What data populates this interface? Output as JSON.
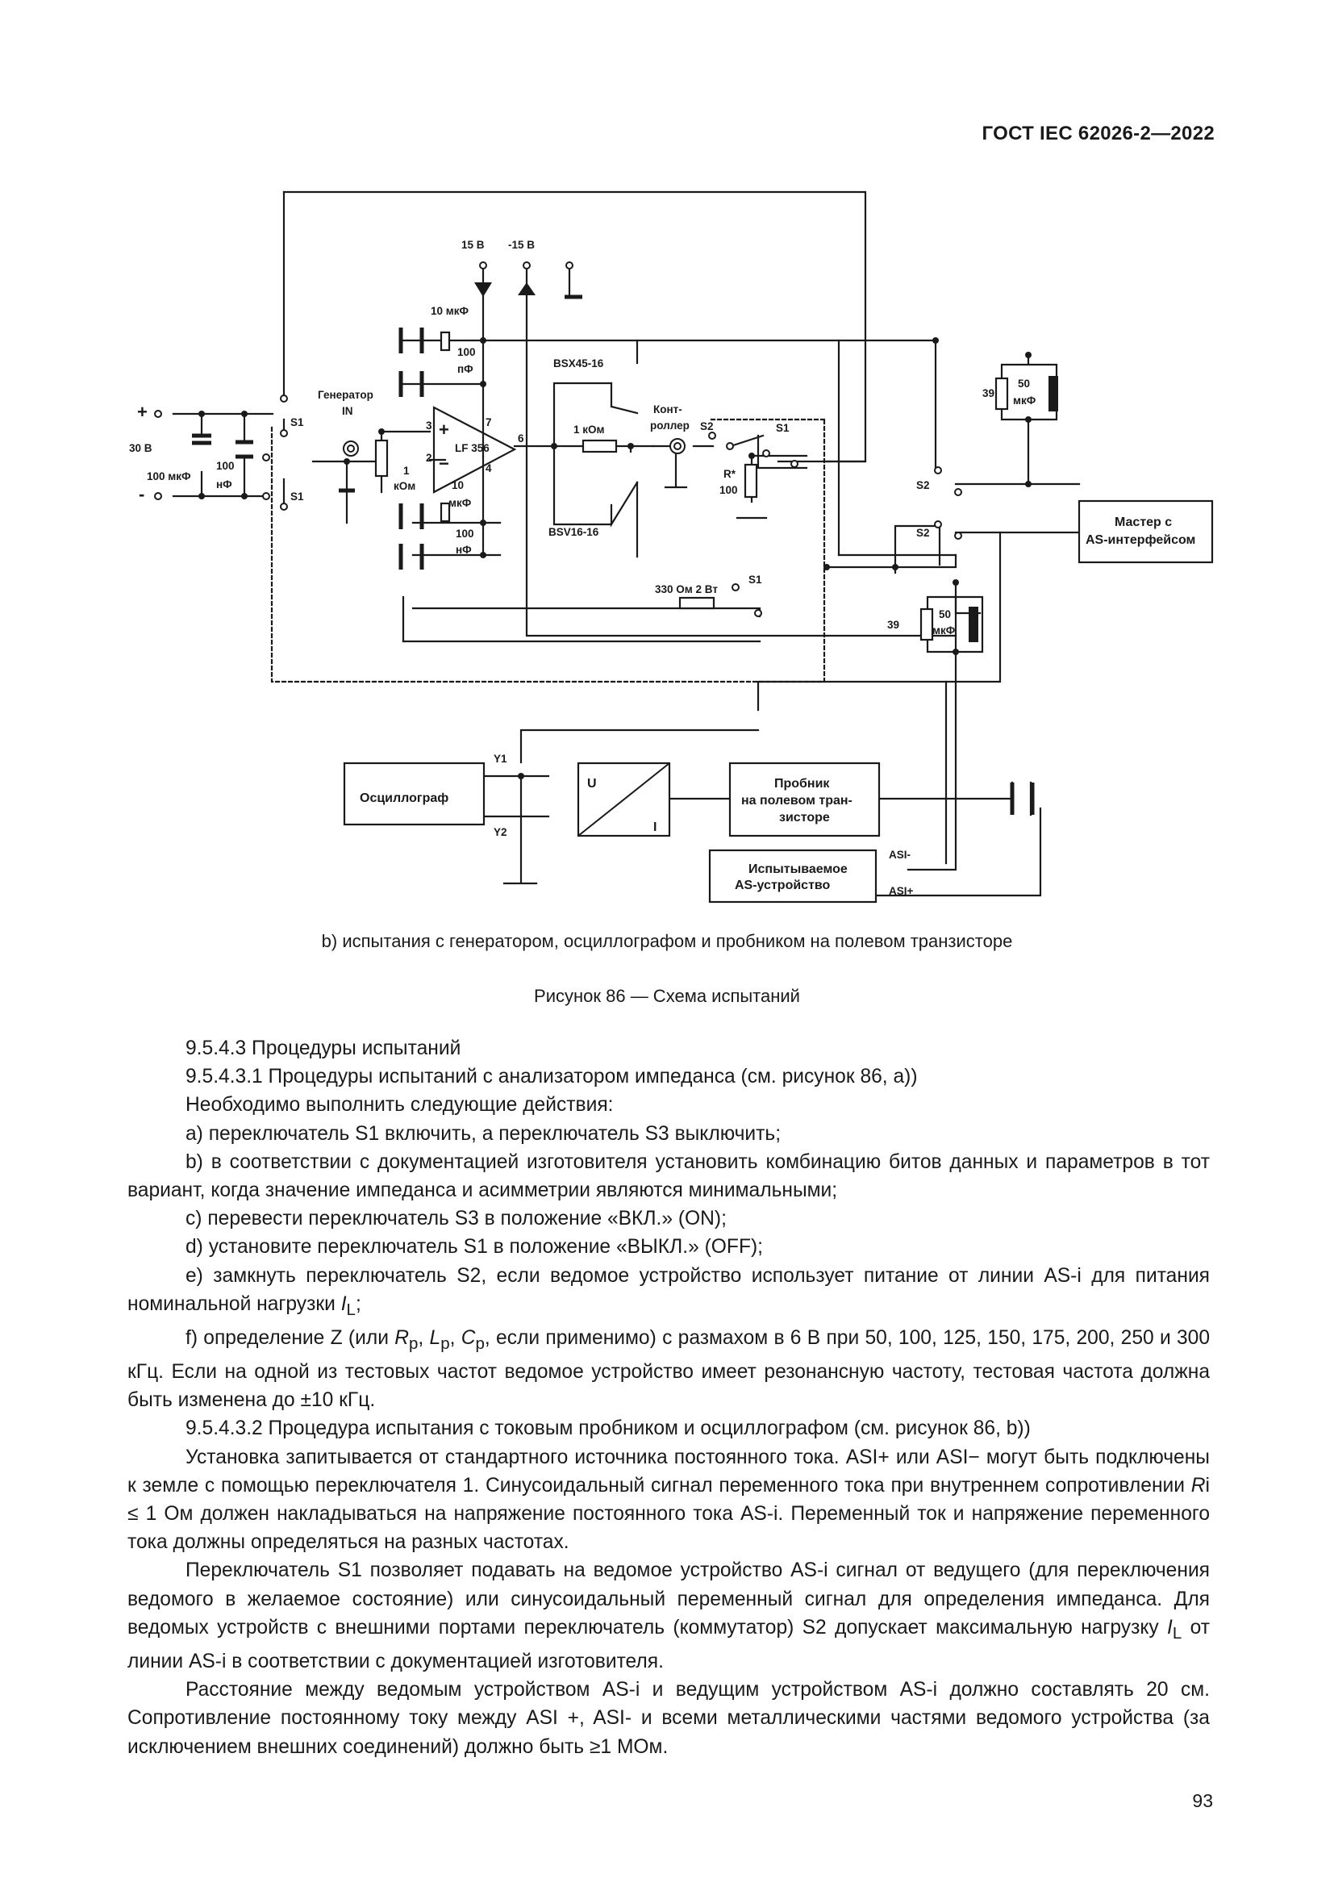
{
  "header": {
    "standard": "ГОСТ IEC 62026-2—2022"
  },
  "schematic": {
    "labels": {
      "v15": "15 В",
      "vm15": "-15 В",
      "c10uF_top": "10 мкФ",
      "c100pF_num": "100",
      "c100pF_unit": "пФ",
      "bsx": "BSX45-16",
      "bsv": "BSV16-16",
      "generator": "Генератор",
      "gen_in": "IN",
      "plus": "+",
      "minus": "-",
      "v30": "30 В",
      "c100uF": "100 мкФ",
      "c100nF_num": "100",
      "c100nF_unit": "нФ",
      "s1": "S1",
      "s2": "S2",
      "pin3": "3",
      "pin2": "2",
      "pin7": "7",
      "pin4": "4",
      "pin6": "6",
      "opamp_plus": "+",
      "opamp_minus": "−",
      "opamp": "LF 356",
      "r1k_num": "1",
      "r1k_unit": "кОм",
      "r1kom": "1 кОм",
      "controller_1": "Конт-",
      "controller_2": "роллер",
      "rstar": "R*",
      "r100": "100",
      "c10_bot": "10",
      "c10_bot_unit": "мкФ",
      "c100nF_b_num": "100",
      "c100nF_b_unit": "нФ",
      "r330": "330 Ом 2 Вт",
      "r39": "39",
      "c50": "50",
      "c50_unit": "мкФ",
      "master_1": "Мастер с",
      "master_2": "AS-интерфейсом",
      "y1": "Y1",
      "y2": "Y2",
      "oscilloscope": "Осциллограф",
      "conv_u": "U",
      "conv_i": "I",
      "probe_1": "Пробник",
      "probe_2": "на полевом тран-",
      "probe_3": "зисторе",
      "dut_1": "Испытываемое",
      "dut_2": "AS-устройство",
      "asi_minus": "ASI-",
      "asi_plus": "ASI+"
    }
  },
  "captions": {
    "sub": "b) испытания с генератором, осциллографом и пробником на полевом транзисторе",
    "figure": "Рисунок 86 — Схема испытаний"
  },
  "body": {
    "p1": "9.5.4.3 Процедуры испытаний",
    "p2": "9.5.4.3.1 Процедуры испытаний с анализатором импеданса (см. рисунок 86, а))",
    "p3": "Необходимо выполнить следующие действия:",
    "p4": "а) переключатель S1 включить, а переключатель S3 выключить;",
    "p5": "b) в соответствии с документацией изготовителя установить комбинацию битов данных и параметров в тот вариант, когда значение импеданса и асимметрии являются минимальными;",
    "p6": "c) перевести переключатель S3 в положение «ВКЛ.» (ON);",
    "p7": "d) установите переключатель S1 в положение «ВЫКЛ.» (OFF);",
    "p8_a": "e) замкнуть переключатель S2, если ведомое устройство использует питание от линии AS-i для питания номинальной нагрузки ",
    "p8_sym": "I",
    "p8_sub": "L",
    "p8_b": ";",
    "p9_a": "f) определение Z (или ",
    "p9_r": "R",
    "p9_rs": "p",
    "p9_c1": ", ",
    "p9_l": "L",
    "p9_ls": "p",
    "p9_c2": ", ",
    "p9_c": "C",
    "p9_cs": "p",
    "p9_b": ", если применимо) с размахом в 6 В при 50, 100, 125, 150, 175, 200, 250 и 300 кГц. Если на одной из тестовых частот ведомое устройство имеет резонансную частоту, тестовая частота должна быть изменена до ±10 кГц.",
    "p10": "9.5.4.3.2 Процедура испытания с токовым пробником и осциллографом (см. рисунок 86, b))",
    "p11_a": "Установка запитывается от стандартного источника постоянного тока. ASI+ или ASI− могут быть подключены к земле с помощью переключателя 1. Синусоидальный сигнал переменного тока при внутреннем сопротивлении ",
    "p11_r": "R",
    "p11_b": "i ≤ 1 Ом должен накладываться на напряжение постоянного тока AS-i. Переменный ток и напряжение переменного тока должны определяться на разных частотах.",
    "p12_a": "Переключатель S1 позволяет подавать на ведомое устройство AS-i сигнал от ведущего (для переключения ведомого в желаемое состояние) или синусоидальный переменный сигнал для определения импеданса. Для ведомых устройств с внешними портами переключатель (коммутатор) S2 допускает максимальную нагрузку ",
    "p12_sym": "I",
    "p12_sub": "L",
    "p12_b": " от линии AS-i в соответствии с документацией изготовителя.",
    "p13": "Расстояние между ведомым устройством AS-i и ведущим устройством AS-i должно составлять 20 см. Сопротивление постоянному току между ASI +, ASI- и всеми металлическими частями ведомого устройства (за исключением внешних соединений) должно быть ≥1 МОм."
  },
  "page_number": "93"
}
